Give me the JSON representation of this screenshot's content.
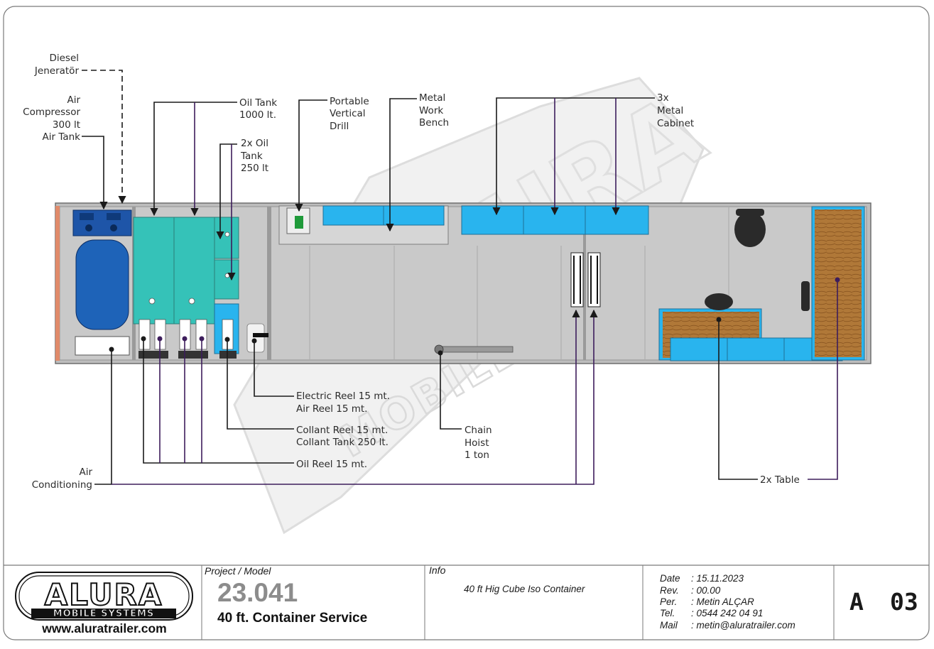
{
  "watermark": {
    "logo_text": "ALURA",
    "sub_text": "MOBILE SYSTEMS"
  },
  "callouts": {
    "diesel": [
      "Diesel",
      "Jeneratör"
    ],
    "air_compressor": [
      "Air",
      "Compressor",
      "300 lt",
      "Air Tank"
    ],
    "oil_tank": [
      "Oil Tank",
      "1000 lt."
    ],
    "oil_tank_2x": [
      "2x Oil",
      "Tank",
      "250 lt"
    ],
    "drill": [
      "Portable",
      "Vertical",
      "Drill"
    ],
    "bench": [
      "Metal",
      "Work",
      "Bench"
    ],
    "cabinet": [
      "3x",
      "Metal",
      "Cabinet"
    ],
    "electric_reel": [
      "Electric Reel 15 mt.",
      "Air Reel 15 mt."
    ],
    "collant": [
      "Collant Reel 15 mt.",
      "Collant Tank 250 lt."
    ],
    "oil_reel": "Oil Reel 15 mt.",
    "chain_hoist": [
      "Chain",
      "Hoist",
      "1 ton"
    ],
    "air_conditioning": [
      "Air",
      "Conditioning"
    ],
    "table": "2x Table"
  },
  "title_block": {
    "logo_text": "ALURA",
    "logo_sub": "MOBILE SYSTEMS",
    "website": "www.aluratrailer.com",
    "project_label": "Project / Model",
    "project_number": "23.041",
    "project_name": "40 ft. Container Service",
    "info_label": "Info",
    "info_text": "40 ft Hig Cube Iso Container",
    "date_label": "Date",
    "date_value": ": 15.11.2023",
    "rev_label": "Rev.",
    "rev_value": ":  00.00",
    "per_label": "Per.",
    "per_value": ":  Metin ALÇAR",
    "tel_label": "Tel.",
    "tel_value": ": 0544 242 04 91",
    "mail_label": "Mail",
    "mail_value": ": metin@aluratrailer.com",
    "sheet_letter": "A",
    "sheet_number": "03"
  },
  "colors": {
    "container_floor": "#c8c8c8",
    "tank_teal": "#35c2b8",
    "cabinet_blue": "#29b4ee",
    "air_tank_blue": "#1e63b8",
    "wood": "#b07838",
    "line_purple": "#3d1d5c",
    "line_black": "#1a1a1a"
  }
}
